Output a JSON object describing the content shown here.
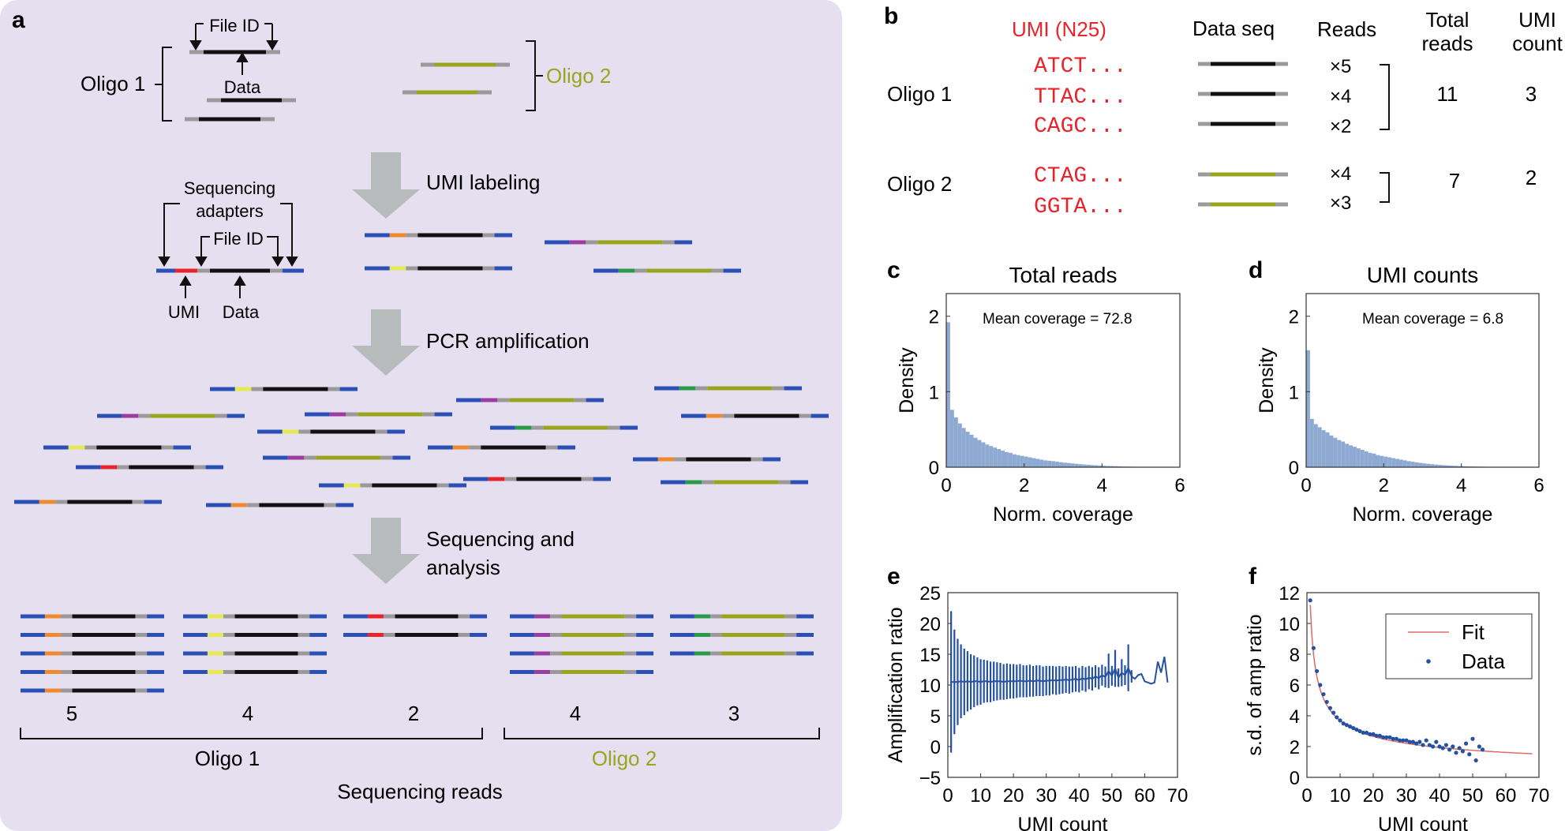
{
  "colors": {
    "panel_bg": "#e6dff0",
    "oligo2": "#9aa51e",
    "umi_red": "#e8232b",
    "hist_fill": "#8eaad3",
    "line_blue": "#2552a0",
    "fit_red": "#e06a6a",
    "adapter_blue": "#2a4fb5",
    "grey_end": "#9a9a9a",
    "umi_orange": "#f08a2c",
    "umi_yellow": "#e6ea52",
    "umi_purple": "#9b3d9e",
    "umi_green": "#2a9a48",
    "arrow_grey": "#b8bbbc"
  },
  "panel_a": {
    "letter": "a",
    "file_id": "File ID",
    "data": "Data",
    "oligo1": "Oligo 1",
    "oligo2": "Oligo 2",
    "step1": "UMI labeling",
    "seq_adapters_1": "Sequencing",
    "seq_adapters_2": "adapters",
    "file_id_2": "File ID",
    "umi": "UMI",
    "data_2": "Data",
    "step2": "PCR amplification",
    "step3_1": "Sequencing and",
    "step3_2": "analysis",
    "counts": [
      "5",
      "4",
      "2",
      "4",
      "3"
    ],
    "oligo1_group": "Oligo 1",
    "oligo2_group": "Oligo 2",
    "bottom_label": "Sequencing reads"
  },
  "panel_b": {
    "letter": "b",
    "headers": {
      "umi": "UMI (N25)",
      "data": "Data seq",
      "reads": "Reads",
      "total_1": "Total",
      "total_2": "reads",
      "umi_count_1": "UMI",
      "umi_count_2": "count"
    },
    "oligo1": "Oligo 1",
    "oligo2": "Oligo 2",
    "umis_oligo1": [
      "ATCT...",
      "TTAC...",
      "CAGC..."
    ],
    "umis_oligo2": [
      "CTAG...",
      "GGTA..."
    ],
    "reads_oligo1": [
      "×5",
      "×4",
      "×2"
    ],
    "reads_oligo2": [
      "×4",
      "×3"
    ],
    "total_oligo1": "11",
    "total_oligo2": "7",
    "count_oligo1": "3",
    "count_oligo2": "2"
  },
  "chart_data": [
    {
      "id": "c",
      "type": "bar",
      "title": "Total reads",
      "xlabel": "Norm. coverage",
      "ylabel": "Density",
      "annotation": "Mean coverage = 72.8",
      "xlim": [
        0,
        6
      ],
      "ylim": [
        0,
        2.3
      ],
      "xticks": [
        "0",
        "2",
        "4",
        "6"
      ],
      "yticks": [
        "0",
        "1",
        "2"
      ],
      "bin_width": 0.1,
      "values": [
        1.92,
        0.76,
        0.66,
        0.58,
        0.52,
        0.47,
        0.43,
        0.39,
        0.36,
        0.33,
        0.3,
        0.28,
        0.26,
        0.24,
        0.22,
        0.2,
        0.19,
        0.17,
        0.16,
        0.15,
        0.14,
        0.13,
        0.12,
        0.11,
        0.1,
        0.09,
        0.085,
        0.08,
        0.072,
        0.066,
        0.06,
        0.055,
        0.05,
        0.045,
        0.04,
        0.036,
        0.032,
        0.028,
        0.025,
        0.022,
        0.019,
        0.017,
        0.015,
        0.013,
        0.011,
        0.009,
        0.008,
        0.007,
        0.006,
        0.005,
        0.004,
        0.003,
        0.003,
        0.002,
        0.002,
        0.001,
        0.001,
        0.001,
        0.0,
        0.0
      ]
    },
    {
      "id": "d",
      "type": "bar",
      "title": "UMI counts",
      "xlabel": "Norm. coverage",
      "ylabel": "Density",
      "annotation": "Mean coverage = 6.8",
      "xlim": [
        0,
        6
      ],
      "ylim": [
        0,
        2.3
      ],
      "xticks": [
        "0",
        "2",
        "4",
        "6"
      ],
      "yticks": [
        "0",
        "1",
        "2"
      ],
      "bin_width": 0.1,
      "values": [
        1.55,
        0.64,
        0.57,
        0.53,
        0.49,
        0.46,
        0.42,
        0.39,
        0.36,
        0.34,
        0.31,
        0.29,
        0.27,
        0.25,
        0.23,
        0.21,
        0.19,
        0.18,
        0.16,
        0.15,
        0.14,
        0.13,
        0.12,
        0.11,
        0.1,
        0.09,
        0.08,
        0.072,
        0.064,
        0.057,
        0.05,
        0.045,
        0.04,
        0.035,
        0.031,
        0.027,
        0.024,
        0.021,
        0.018,
        0.016,
        0.014,
        0.012,
        0.01,
        0.009,
        0.008,
        0.007,
        0.006,
        0.005,
        0.004,
        0.003,
        0.003,
        0.002,
        0.002,
        0.001,
        0.001,
        0.001,
        0.0,
        0.0,
        0.0,
        0.0
      ]
    },
    {
      "id": "e",
      "type": "line",
      "xlabel": "UMI count",
      "ylabel": "Amplification ratio",
      "xlim": [
        0,
        70
      ],
      "ylim": [
        -5,
        25
      ],
      "xticks": [
        "0",
        "10",
        "20",
        "30",
        "40",
        "50",
        "60",
        "70"
      ],
      "yticks": [
        "−5",
        "0",
        "5",
        "10",
        "15",
        "20",
        "25"
      ],
      "x": [
        1,
        2,
        3,
        4,
        5,
        6,
        7,
        8,
        9,
        10,
        11,
        12,
        13,
        14,
        15,
        16,
        17,
        18,
        19,
        20,
        21,
        22,
        23,
        24,
        25,
        26,
        27,
        28,
        29,
        30,
        31,
        32,
        33,
        34,
        35,
        36,
        37,
        38,
        39,
        40,
        41,
        42,
        43,
        44,
        45,
        46,
        47,
        48,
        49,
        50,
        51,
        52,
        53,
        54,
        55,
        56,
        57,
        58,
        59,
        60,
        62,
        63,
        64,
        65,
        66,
        67
      ],
      "mean": [
        10.5,
        10.5,
        10.5,
        10.6,
        10.5,
        10.6,
        10.5,
        10.6,
        10.6,
        10.5,
        10.6,
        10.6,
        10.5,
        10.6,
        10.6,
        10.6,
        10.5,
        10.6,
        10.6,
        10.6,
        10.6,
        10.7,
        10.6,
        10.6,
        10.7,
        10.6,
        10.7,
        10.7,
        10.6,
        10.7,
        10.7,
        10.8,
        10.7,
        10.8,
        10.8,
        10.9,
        10.8,
        10.9,
        11.0,
        10.8,
        11.1,
        10.9,
        11.2,
        11.0,
        11.4,
        11.1,
        11.6,
        11.3,
        12.3,
        11.5,
        12.7,
        11.2,
        12.0,
        11.6,
        12.8,
        11.4,
        11.0,
        11.6,
        11.8,
        10.6,
        10.2,
        10.4,
        13.8,
        12.0,
        14.6,
        10.4
      ],
      "sd": [
        11.5,
        8.5,
        7.0,
        6.0,
        5.4,
        4.9,
        4.5,
        4.2,
        3.9,
        3.7,
        3.5,
        3.4,
        3.3,
        3.2,
        3.1,
        3.0,
        2.9,
        2.9,
        2.8,
        2.8,
        2.7,
        2.7,
        2.6,
        2.6,
        2.6,
        2.5,
        2.5,
        2.5,
        2.4,
        2.4,
        2.4,
        2.3,
        2.3,
        2.3,
        2.2,
        2.2,
        2.2,
        2.1,
        2.1,
        2.0,
        2.0,
        2.0,
        1.9,
        1.9,
        1.8,
        1.8,
        1.7,
        1.7,
        2.8,
        1.6,
        3.0,
        1.5,
        2.2,
        1.6,
        3.8,
        1.0,
        0,
        0,
        0,
        0,
        0,
        0,
        0,
        0,
        0,
        0
      ]
    },
    {
      "id": "f",
      "type": "scatter",
      "xlabel": "UMI count",
      "ylabel": "s.d. of amp ratio",
      "xlim": [
        0,
        70
      ],
      "ylim": [
        0,
        12
      ],
      "xticks": [
        "0",
        "10",
        "20",
        "30",
        "40",
        "50",
        "60",
        "70"
      ],
      "yticks": [
        "0",
        "2",
        "4",
        "6",
        "8",
        "10",
        "12"
      ],
      "legend": [
        "Fit",
        "Data"
      ],
      "legend_position": "top-right",
      "x": [
        1,
        2,
        3,
        4,
        5,
        6,
        7,
        8,
        9,
        10,
        11,
        12,
        13,
        14,
        15,
        16,
        17,
        18,
        19,
        20,
        21,
        22,
        23,
        24,
        25,
        26,
        27,
        28,
        29,
        30,
        31,
        32,
        33,
        34,
        35,
        36,
        37,
        38,
        39,
        40,
        41,
        42,
        43,
        44,
        45,
        46,
        47,
        48,
        49,
        50,
        51,
        52,
        53
      ],
      "y": [
        11.5,
        8.4,
        6.9,
        6.0,
        5.4,
        4.9,
        4.5,
        4.2,
        3.9,
        3.7,
        3.5,
        3.4,
        3.3,
        3.2,
        3.1,
        3.0,
        2.9,
        2.9,
        2.8,
        2.8,
        2.7,
        2.7,
        2.6,
        2.6,
        2.6,
        2.5,
        2.5,
        2.4,
        2.4,
        2.4,
        2.3,
        2.3,
        2.2,
        2.3,
        2.1,
        2.4,
        2.1,
        2.0,
        2.3,
        2.0,
        1.9,
        2.1,
        1.8,
        2.0,
        1.6,
        1.9,
        1.7,
        2.2,
        1.5,
        2.5,
        1.1,
        2.0,
        1.8
      ],
      "fit_coeff": 11.0,
      "fit_range": [
        1,
        68
      ]
    }
  ]
}
